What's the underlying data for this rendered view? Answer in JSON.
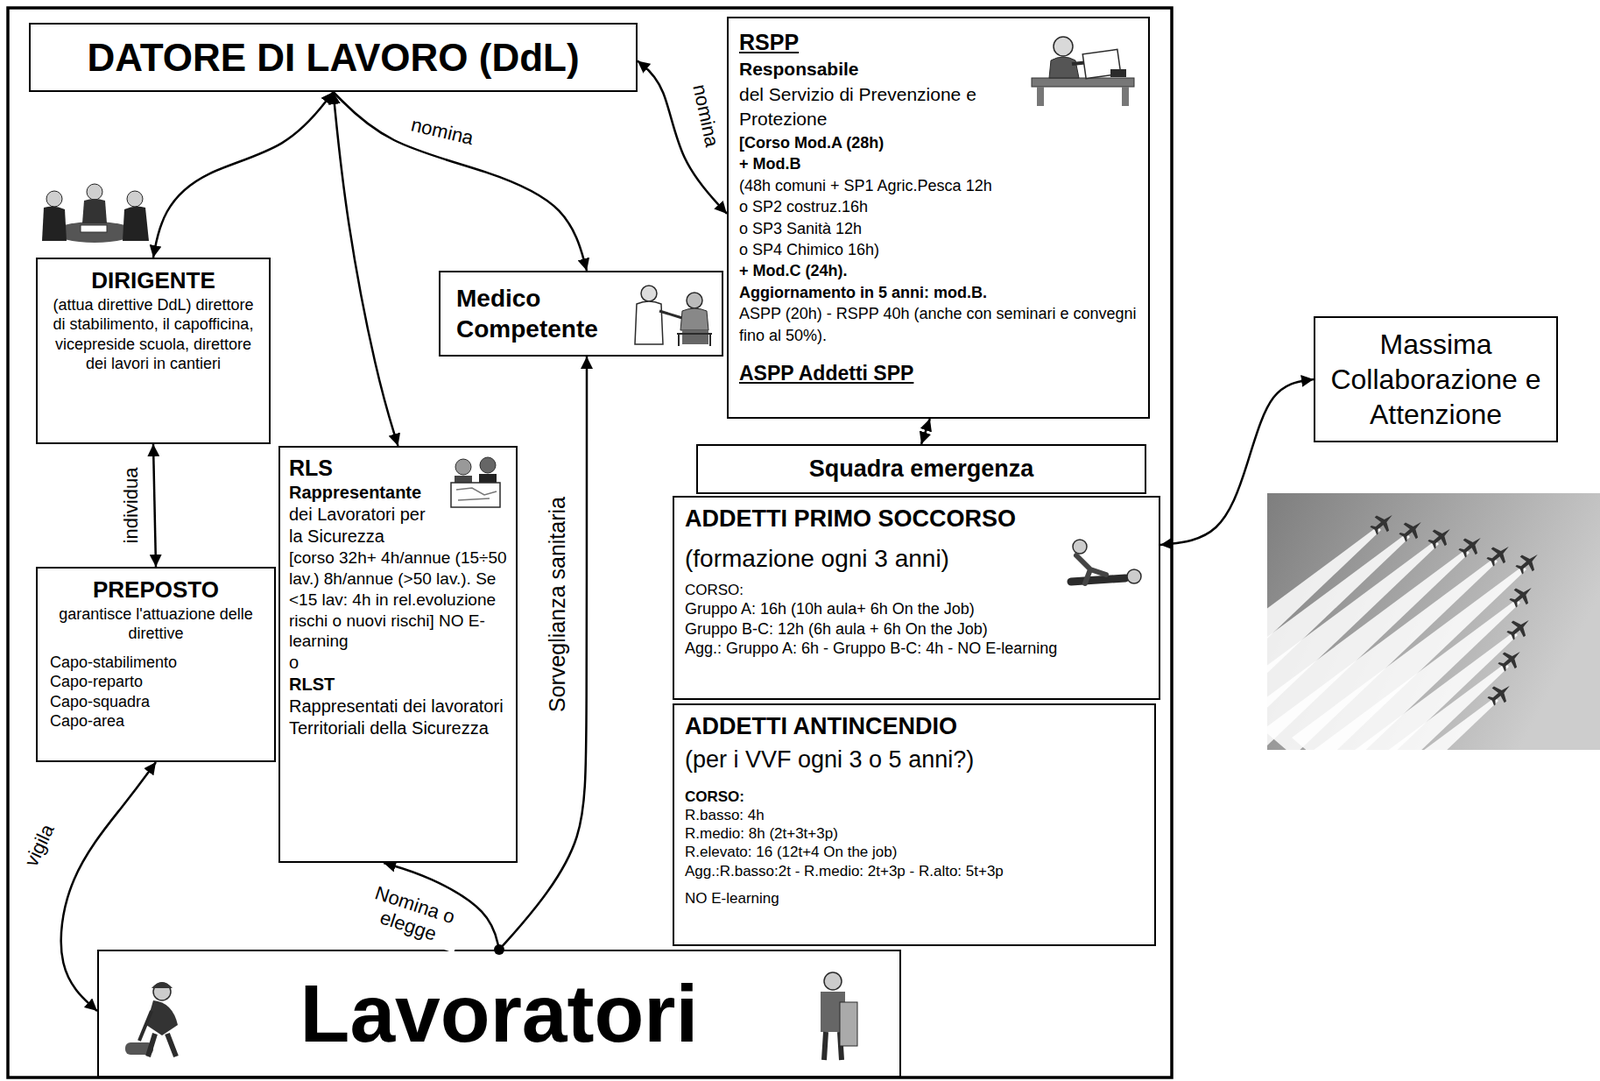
{
  "diagram": {
    "nodes": [
      {
        "text": [
          "DATORE DI LAVORO (DdL)"
        ]
      },
      {
        "text": [
          "RSPP",
          "Responsabile",
          "del Servizio di Prevenzione e Protezione",
          "[Corso Mod.A (28h)",
          "+ Mod.B",
          "(48h comuni + SP1 Agric.Pesca 12h",
          "o SP2 costruz.16h",
          "o SP3 Sanità 12h",
          "o SP4 Chimico 16h)",
          "+ Mod.C (24h).",
          "Aggiornamento in 5 anni: mod.B.",
          "ASPP (20h) - RSPP 40h (anche con seminari e convegni fino al 50%).",
          "ASPP Addetti SPP"
        ]
      },
      {
        "text": [
          "DIRIGENTE",
          "(attua direttive DdL) direttore di stabilimento, il capofficina, vicepreside scuola, direttore dei lavori in cantieri"
        ]
      },
      {
        "text": [
          "Medico Competente"
        ]
      },
      {
        "text": [
          "RLS",
          "Rappresentante",
          "dei Lavoratori per la Sicurezza",
          "[corso 32h+ 4h/annue (15÷50 lav.) 8h/annue (>50 lav.). Se <15 lav: 4h in rel.evoluzione rischi o nuovi rischi] NO E-learning",
          "o",
          "RLST",
          "Rappresentati dei lavoratori Territoriali della Sicurezza"
        ]
      },
      {
        "text": [
          "Squadra emergenza"
        ]
      },
      {
        "text": [
          "ADDETTI PRIMO SOCCORSO",
          "(formazione ogni 3 anni)",
          "CORSO:",
          "Gruppo A: 16h (10h aula+ 6h On the Job)",
          "Gruppo B-C: 12h (6h aula + 6h On the Job)",
          "Agg.: Gruppo A: 6h - Gruppo B-C: 4h - NO E-learning"
        ]
      },
      {
        "text": [
          "ADDETTI ANTINCENDIO",
          "(per i VVF ogni 3 o 5 anni?)",
          "CORSO:",
          "R.basso: 4h",
          "R.medio: 8h (2t+3t+3p)",
          "R.elevato: 16 (12t+4 On the job)",
          "Agg.:R.basso:2t - R.medio: 2t+3p - R.alto: 5t+3p",
          "NO E-learning"
        ]
      },
      {
        "text": [
          "PREPOSTO",
          "garantisce l'attuazione delle direttive",
          "Capo-stabilimento",
          "Capo-reparto",
          "Capo-squadra",
          "Capo-area"
        ]
      },
      {
        "text": [
          "Lavoratori"
        ]
      },
      {
        "text": [
          "Massima Collaborazione e Attenzione"
        ]
      }
    ],
    "edges": [
      {
        "from": 0,
        "to": 1,
        "arrow": "both",
        "label": "nomina"
      },
      {
        "from": 0,
        "to": 2,
        "arrow": "both"
      },
      {
        "from": 0,
        "to": 3,
        "arrow": "to",
        "label": "nomina"
      },
      {
        "from": 0,
        "to": 4,
        "arrow": "both"
      },
      {
        "from": 2,
        "to": 8,
        "arrow": "both",
        "label": "individua"
      },
      {
        "from": 9,
        "to": 8,
        "arrow": "both",
        "label": "vigila"
      },
      {
        "from": 9,
        "to": 4,
        "arrow": "to",
        "label": "Nomina o elegge"
      },
      {
        "from": 9,
        "to": 3,
        "arrow": "to",
        "label": "Sorveglianza sanitaria"
      },
      {
        "from": 1,
        "to": 5,
        "arrow": "both"
      },
      {
        "from": 10,
        "to": 6,
        "arrow": "both"
      }
    ]
  }
}
